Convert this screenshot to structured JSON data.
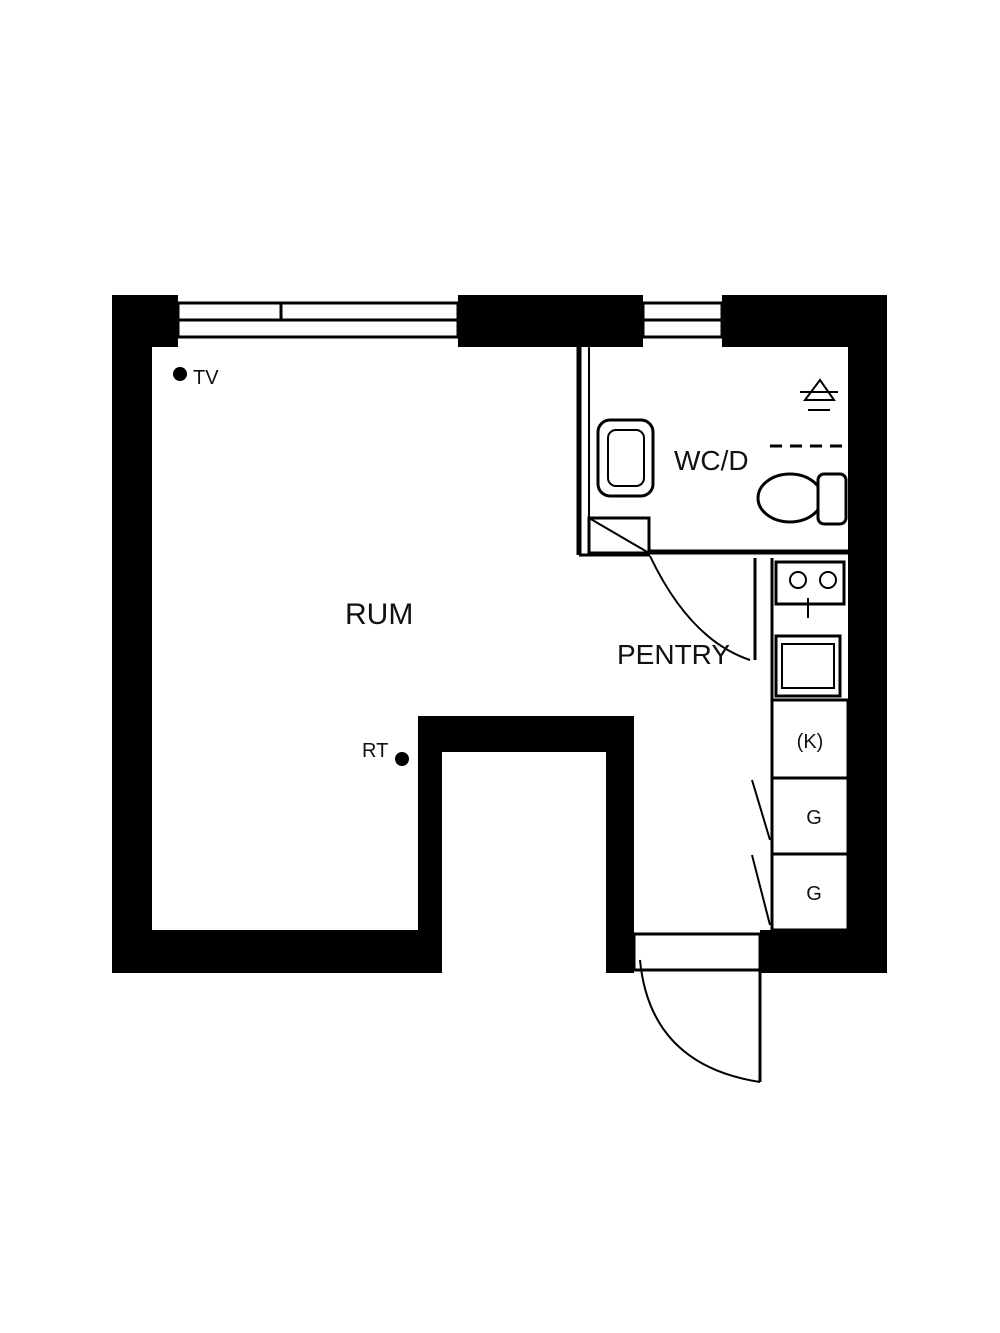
{
  "rooms": {
    "living": "RUM",
    "bathroom": "WC/D",
    "kitchenette": "PENTRY"
  },
  "markers": {
    "tv": "TV",
    "rt": "RT"
  },
  "kitchen_units": {
    "k": "(K)",
    "g1": "G",
    "g2": "G"
  },
  "colors": {
    "wall": "#000000",
    "background": "#ffffff"
  }
}
